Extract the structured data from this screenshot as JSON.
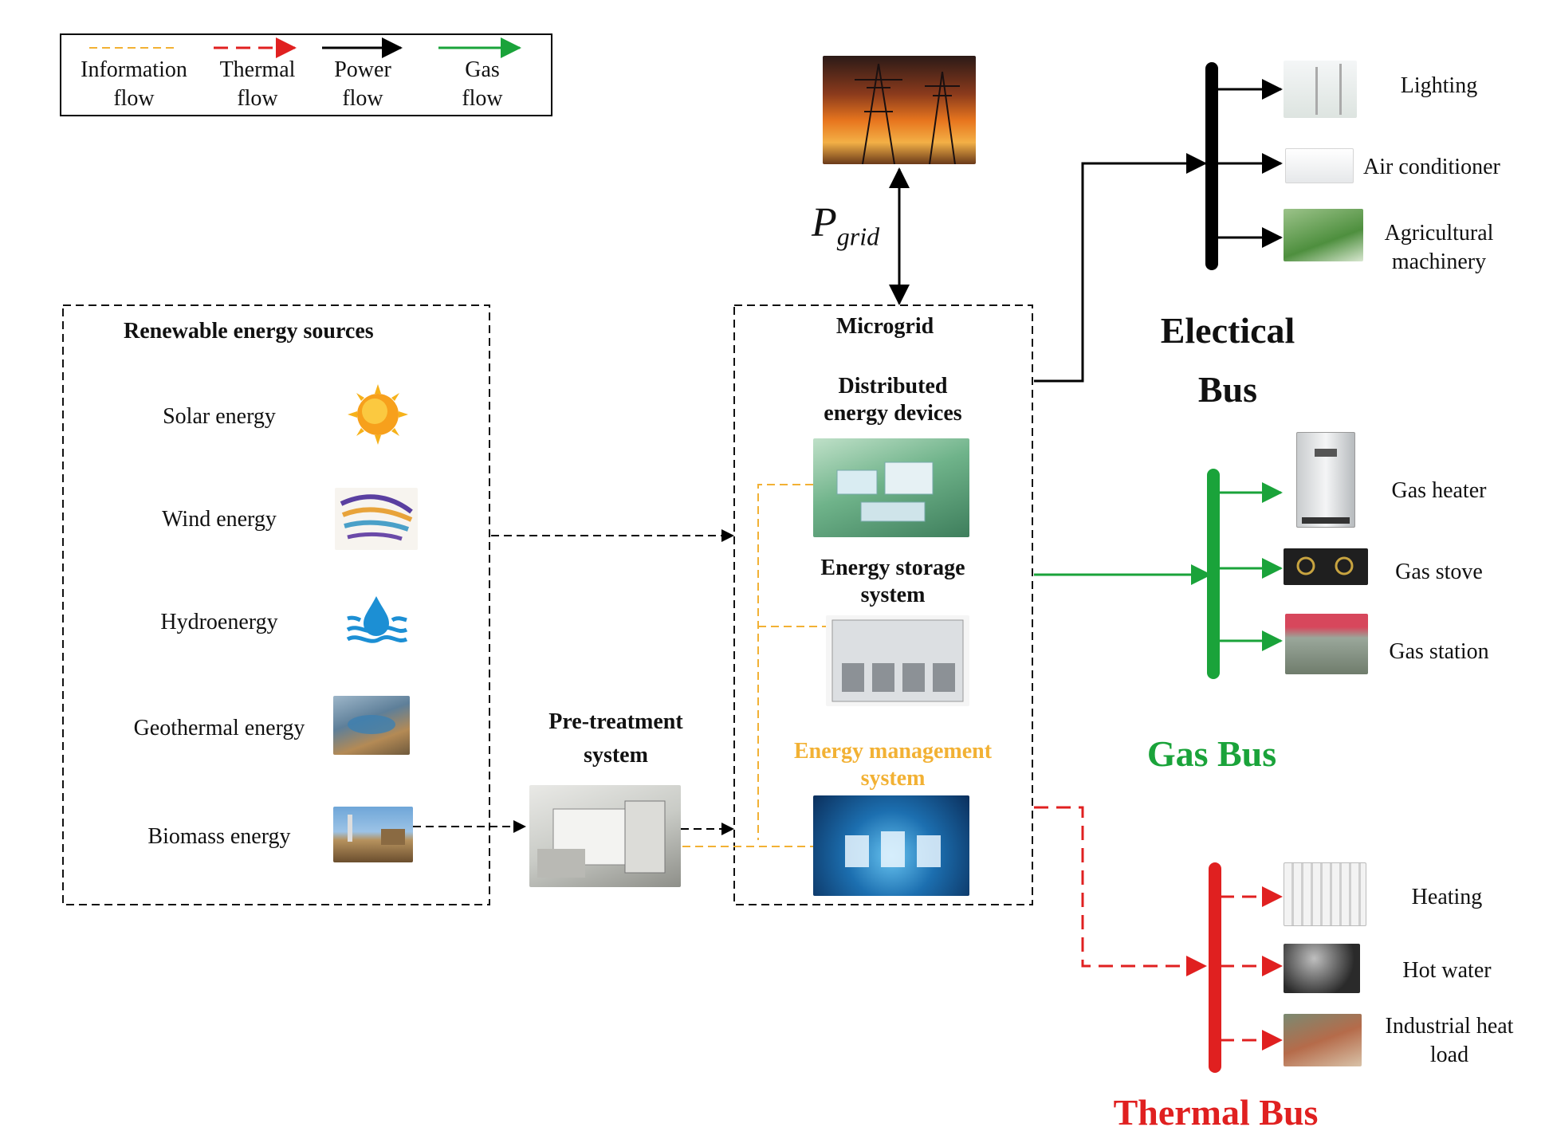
{
  "legend": {
    "items": [
      {
        "line1": "Information",
        "line2": "flow",
        "color": "#f2b134"
      },
      {
        "line1": "Thermal",
        "line2": "flow",
        "color": "#e02020"
      },
      {
        "line1": "Power",
        "line2": "flow",
        "color": "#000000"
      },
      {
        "line1": "Gas",
        "line2": "flow",
        "color": "#1aa33a"
      }
    ]
  },
  "renewable": {
    "title": "Renewable energy sources",
    "items": [
      "Solar energy",
      "Wind energy",
      "Hydroenergy",
      "Geothermal energy",
      "Biomass energy"
    ]
  },
  "pretreatment": {
    "line1": "Pre-treatment",
    "line2": "system"
  },
  "grid": {
    "symbol": "P",
    "subscript": "grid"
  },
  "microgrid": {
    "title": "Microgrid",
    "distributed": {
      "line1": "Distributed",
      "line2": "energy devices"
    },
    "storage": {
      "line1": "Energy  storage",
      "line2": "system"
    },
    "management": {
      "line1": "Energy management",
      "line2": "system"
    }
  },
  "electrical_bus": {
    "line1": "Electical",
    "line2": "Bus",
    "color": "#000000",
    "loads": [
      {
        "line1": "Lighting",
        "line2": ""
      },
      {
        "line1": "Air conditioner",
        "line2": ""
      },
      {
        "line1": "Agricultural",
        "line2": "machinery"
      }
    ]
  },
  "gas_bus": {
    "label": "Gas Bus",
    "color": "#1aa33a",
    "loads": [
      "Gas heater",
      "Gas stove",
      "Gas station"
    ]
  },
  "thermal_bus": {
    "label": "Thermal Bus",
    "color": "#e02020",
    "loads": [
      {
        "line1": "Heating",
        "line2": ""
      },
      {
        "line1": "Hot water",
        "line2": ""
      },
      {
        "line1": "Industrial heat",
        "line2": "load"
      }
    ]
  },
  "colors": {
    "information": "#f2b134",
    "thermal": "#e02020",
    "power": "#000000",
    "gas": "#1aa33a",
    "dashed_box": "#111111"
  }
}
